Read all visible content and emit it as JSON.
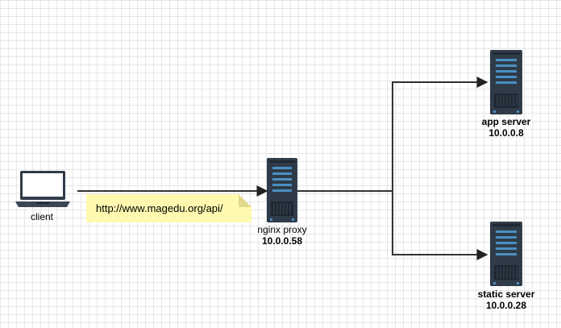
{
  "nodes": {
    "client": {
      "name": "client"
    },
    "proxy": {
      "name": "nginx proxy",
      "ip": "10.0.0.58"
    },
    "app": {
      "name": "app server",
      "ip": "10.0.0.8"
    },
    "static": {
      "name": "static server",
      "ip": "10.0.0.28"
    }
  },
  "note": {
    "text": "http://www.magedu.org/api/"
  },
  "colors": {
    "server_body": "#2f3b48",
    "server_accent": "#4a90c2",
    "note_fill": "#fff9b0",
    "note_fold": "#e0d98a",
    "edge": "#333333"
  }
}
